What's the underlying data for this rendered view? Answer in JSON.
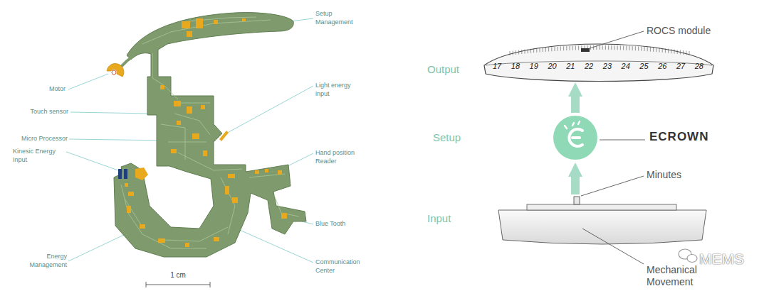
{
  "diagram": {
    "nodes": [
      {
        "text": [
          "ROCS module",
          "17 18 19 20 21 22 23 24 25 26 27 28"
        ]
      },
      {
        "text": [
          "ECROWN"
        ]
      },
      {
        "text": [
          "Mechanical Movement"
        ]
      }
    ],
    "edges": [
      {
        "from": 2,
        "to": 1,
        "arrow": "to"
      },
      {
        "from": 1,
        "to": 0,
        "arrow": "to"
      }
    ],
    "labels": [
      "Setup Management",
      "Motor",
      "Light energy input",
      "Touch sensor",
      "Micro Processor",
      "Kinesic Energy Input",
      "Hand position Reader",
      "Blue Tooth",
      "Energy Management",
      "Communication Center",
      "1 cm",
      "Output",
      "Setup",
      "Minutes",
      "Input",
      "MEMS"
    ]
  }
}
